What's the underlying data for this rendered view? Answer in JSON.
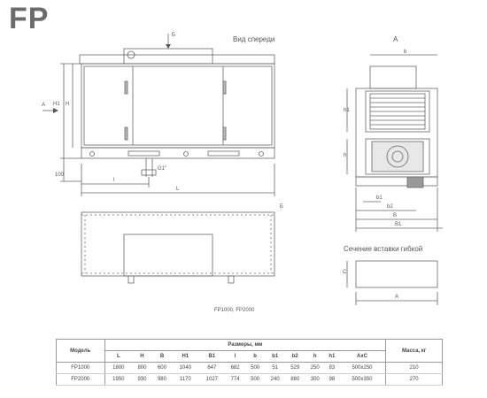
{
  "title": "FP",
  "views": {
    "front_label": "Вид спереди",
    "side_label": "А",
    "section_label": "Сечение вставки гибкой",
    "models_caption": "FP1000, FP2000"
  },
  "dimensions": {
    "front": {
      "b_top": "Б",
      "b_bottom": "Б",
      "a_left": "А",
      "h1": "H1",
      "h": "H",
      "d100": "100",
      "l": "l",
      "L": "L",
      "g1": "G1\""
    },
    "side": {
      "b": "b",
      "h1": "h1",
      "h": "h",
      "b1": "b1",
      "b2": "b2",
      "B": "B",
      "B1": "B1"
    },
    "section": {
      "c": "C",
      "a": "A"
    }
  },
  "table": {
    "group_header": "Размеры, мм",
    "model_header": "Модель",
    "mass_header": "Масса, кг",
    "columns": [
      "L",
      "H",
      "B",
      "H1",
      "B1",
      "l",
      "b",
      "b1",
      "b2",
      "h",
      "h1",
      "AxC"
    ],
    "rows": [
      {
        "model": "FP1000",
        "values": [
          "1800",
          "800",
          "600",
          "1040",
          "647",
          "682",
          "500",
          "51",
          "529",
          "250",
          "83",
          "500x250"
        ],
        "mass": "210"
      },
      {
        "model": "FP2000",
        "values": [
          "1950",
          "930",
          "980",
          "1170",
          "1027",
          "774",
          "500",
          "240",
          "880",
          "300",
          "98",
          "500x350"
        ],
        "mass": "270"
      }
    ]
  }
}
